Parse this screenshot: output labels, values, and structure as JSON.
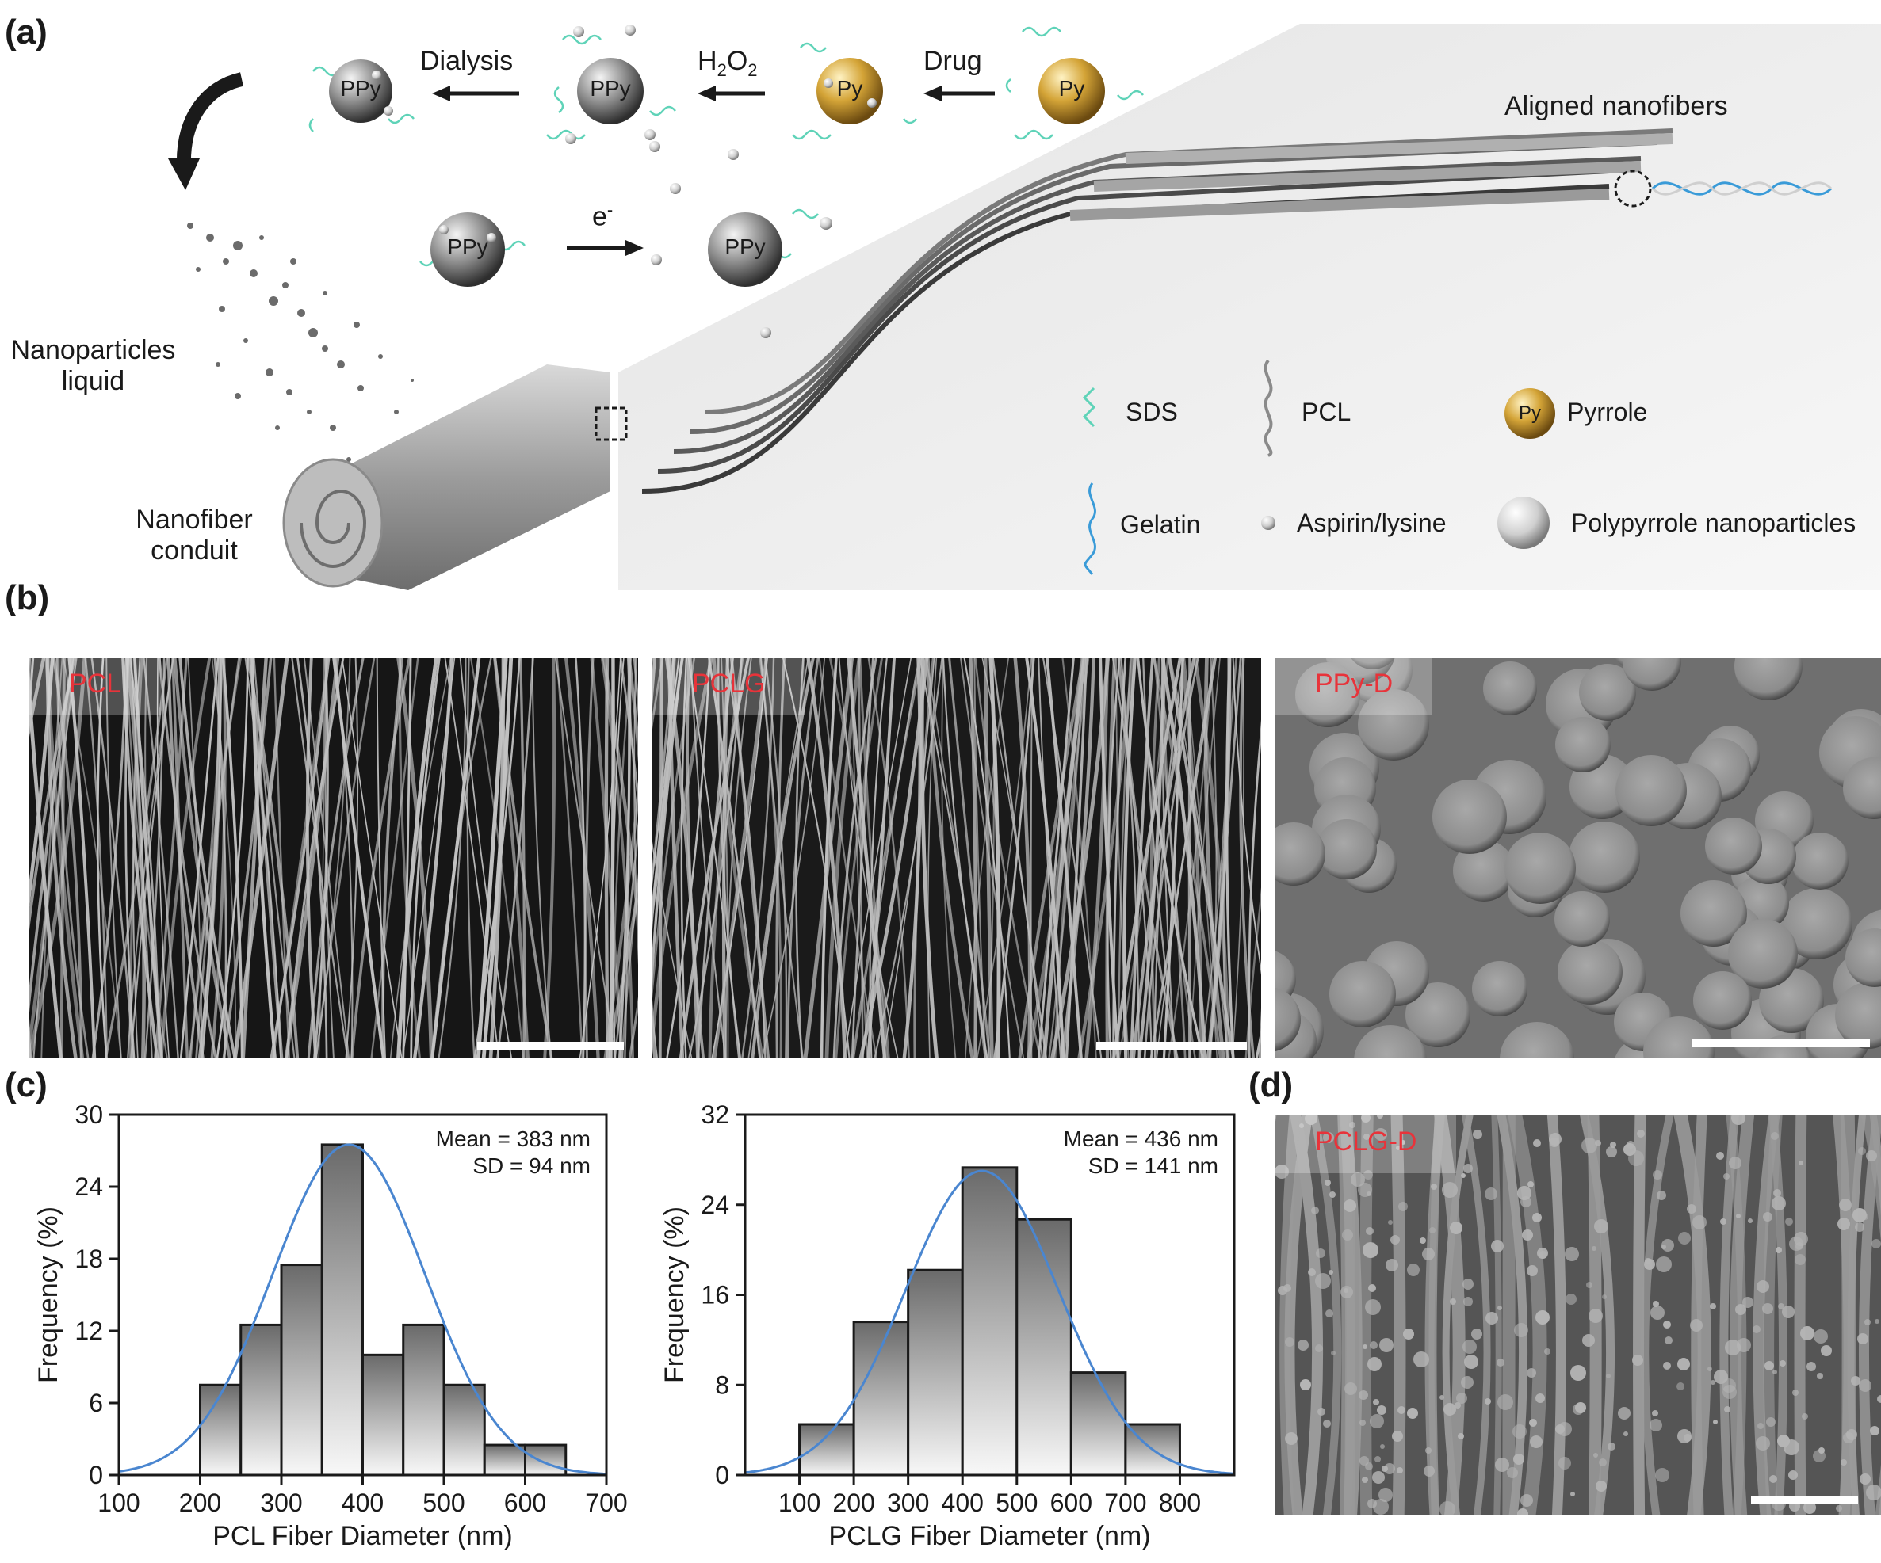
{
  "panels": {
    "a": "(a)",
    "b": "(b)",
    "c": "(c)",
    "d": "(d)"
  },
  "schematic": {
    "steps": {
      "dialysis": "Dialysis",
      "h2o2_main": "H",
      "h2o2_sub": "2",
      "h2o2_end": "O",
      "h2o2_sub2": "2",
      "drug": "Drug",
      "electron": "e",
      "electron_sup": "-"
    },
    "particles": {
      "ppy": "PPy",
      "py": "Py"
    },
    "labels": {
      "aligned": "Aligned nanofibers",
      "np_liquid_1": "Nanoparticles",
      "np_liquid_2": "liquid",
      "conduit_1": "Nanofiber",
      "conduit_2": "conduit"
    },
    "legend": {
      "sds": "SDS",
      "pcl": "PCL",
      "pyrrole": "Pyrrole",
      "pyrrole_badge": "Py",
      "gelatin": "Gelatin",
      "aspirin": "Aspirin/lysine",
      "ppy_np": "Polypyrrole nanoparticles"
    }
  },
  "sem": {
    "pcl": "PCL",
    "pclg": "PCLG",
    "ppyd": "PPy-D",
    "pclgd": "PCLG-D"
  },
  "colors": {
    "bar_edge": "#1a1a1a",
    "fit_curve": "#4a86d0",
    "sem_tag": "#e8333a",
    "sds": "#5fd3b8",
    "gelatin": "#3a9bd8",
    "gold": "#d4a437"
  },
  "chart_data": [
    {
      "type": "bar",
      "xlabel": "PCL Fiber Diameter (nm)",
      "ylabel": "Frequency (%)",
      "xlim": [
        100,
        700
      ],
      "ylim": [
        0,
        30
      ],
      "xticks": [
        100,
        200,
        300,
        400,
        500,
        600,
        700
      ],
      "yticks": [
        0,
        6,
        12,
        18,
        24,
        30
      ],
      "bin_edges": [
        200,
        250,
        300,
        350,
        400,
        450,
        500,
        550,
        600,
        650
      ],
      "values": [
        7.5,
        12.5,
        17.5,
        27.5,
        10,
        12.5,
        7.5,
        2.5,
        2.5
      ],
      "fit": {
        "mean": 383,
        "sd": 94,
        "peak": 27.5
      },
      "annotations": [
        "Mean = 383 nm",
        "SD = 94 nm"
      ]
    },
    {
      "type": "bar",
      "xlabel": "PCLG Fiber Diameter (nm)",
      "ylabel": "Frequency (%)",
      "xlim": [
        0,
        900
      ],
      "ylim": [
        0,
        32
      ],
      "xticks": [
        100,
        200,
        300,
        400,
        500,
        600,
        700,
        800
      ],
      "yticks": [
        0,
        8,
        16,
        24,
        32
      ],
      "bin_edges": [
        100,
        200,
        300,
        400,
        500,
        600,
        700,
        800
      ],
      "values": [
        4.5,
        13.6,
        18.2,
        27.3,
        22.7,
        9.1,
        4.5
      ],
      "fit": {
        "mean": 436,
        "sd": 141,
        "peak": 27.0
      },
      "annotations": [
        "Mean = 436 nm",
        "SD = 141 nm"
      ]
    }
  ]
}
